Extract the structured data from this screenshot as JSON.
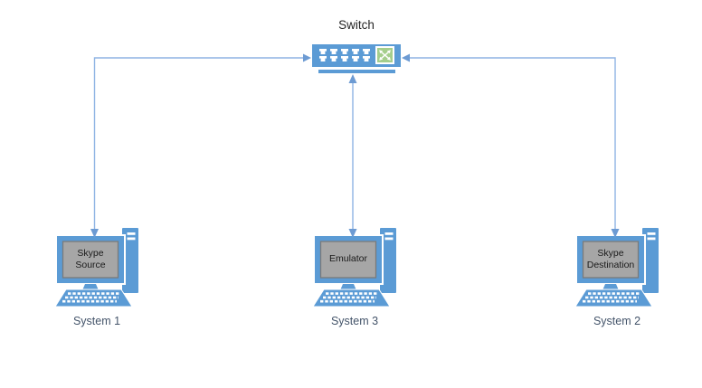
{
  "diagram": {
    "switch": {
      "label": "Switch",
      "icon": "network-switch-icon",
      "port_count": 10,
      "module_icon": "crossover-arrows-icon"
    },
    "nodes": [
      {
        "id": "system-1",
        "caption": "System 1",
        "screen_text": "Skype Source",
        "icon": "desktop-computer-icon",
        "position": "left"
      },
      {
        "id": "system-3",
        "caption": "System 3",
        "screen_text": "Emulator",
        "icon": "desktop-computer-icon",
        "position": "center"
      },
      {
        "id": "system-2",
        "caption": "System 2",
        "screen_text": "Skype Destination",
        "icon": "desktop-computer-icon",
        "position": "right"
      }
    ],
    "connections": [
      {
        "from": "system-1",
        "to": "switch",
        "style": "elbow",
        "arrows": "both"
      },
      {
        "from": "system-3",
        "to": "switch",
        "style": "straight",
        "arrows": "both"
      },
      {
        "from": "system-2",
        "to": "switch",
        "style": "elbow",
        "arrows": "both"
      }
    ],
    "colors": {
      "shape_blue": "#5B9BD5",
      "connector_line": "#8FB4E3",
      "connector_arrow": "#6D9BD3",
      "screen_gray": "#A6A6A6",
      "screen_border": "#7A7A7A",
      "module_green": "#A5CE8C",
      "caption_color": "#44546A",
      "title_color": "#262626"
    }
  }
}
